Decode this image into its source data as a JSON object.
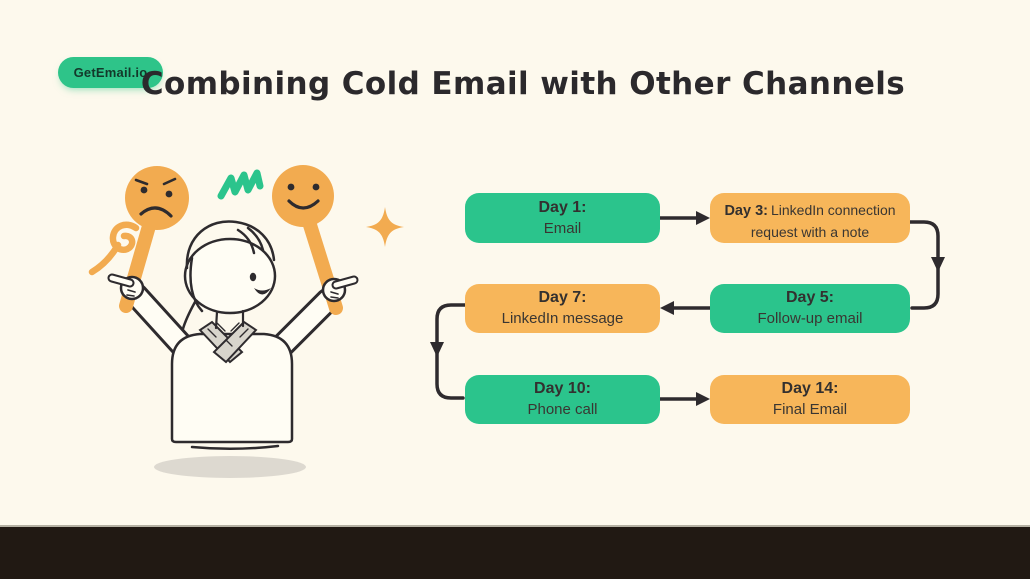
{
  "brand": {
    "badge_label": "GetEmail.io"
  },
  "title": "Combining Cold Email with Other Channels",
  "flowchart": {
    "steps": [
      {
        "day": "Day 1:",
        "description": "Email",
        "color": "green"
      },
      {
        "day": "Day 3:",
        "description": "LinkedIn connection request with a note",
        "color": "orange"
      },
      {
        "day": "Day 5:",
        "description": "Follow-up email",
        "color": "green"
      },
      {
        "day": "Day 7:",
        "description": "LinkedIn message",
        "color": "orange"
      },
      {
        "day": "Day 10:",
        "description": "Phone call",
        "color": "green"
      },
      {
        "day": "Day 14:",
        "description": "Final Email",
        "color": "orange"
      }
    ],
    "flow_order": [
      "Day 1",
      "Day 3",
      "Day 5",
      "Day 7",
      "Day 10",
      "Day 14"
    ]
  },
  "illustration": {
    "icons": [
      "sad-face-paddle-icon",
      "happy-face-paddle-icon",
      "green-scribble-icon",
      "sparkle-icon",
      "spiral-doodle-icon",
      "person-figure",
      "ground-shadow"
    ]
  },
  "colors": {
    "bg": "#fdf9ed",
    "green": "#2bc48c",
    "orange": "#f7b65a",
    "paddle-orange": "#f2ab50",
    "ink": "#2e2b2e",
    "text-dark": "#3a3632",
    "title": "#2b292c",
    "badge-bg": "#2ec489",
    "badge-text": "#13382a",
    "footer": "#211913",
    "shadow": "#ddd9d0"
  }
}
